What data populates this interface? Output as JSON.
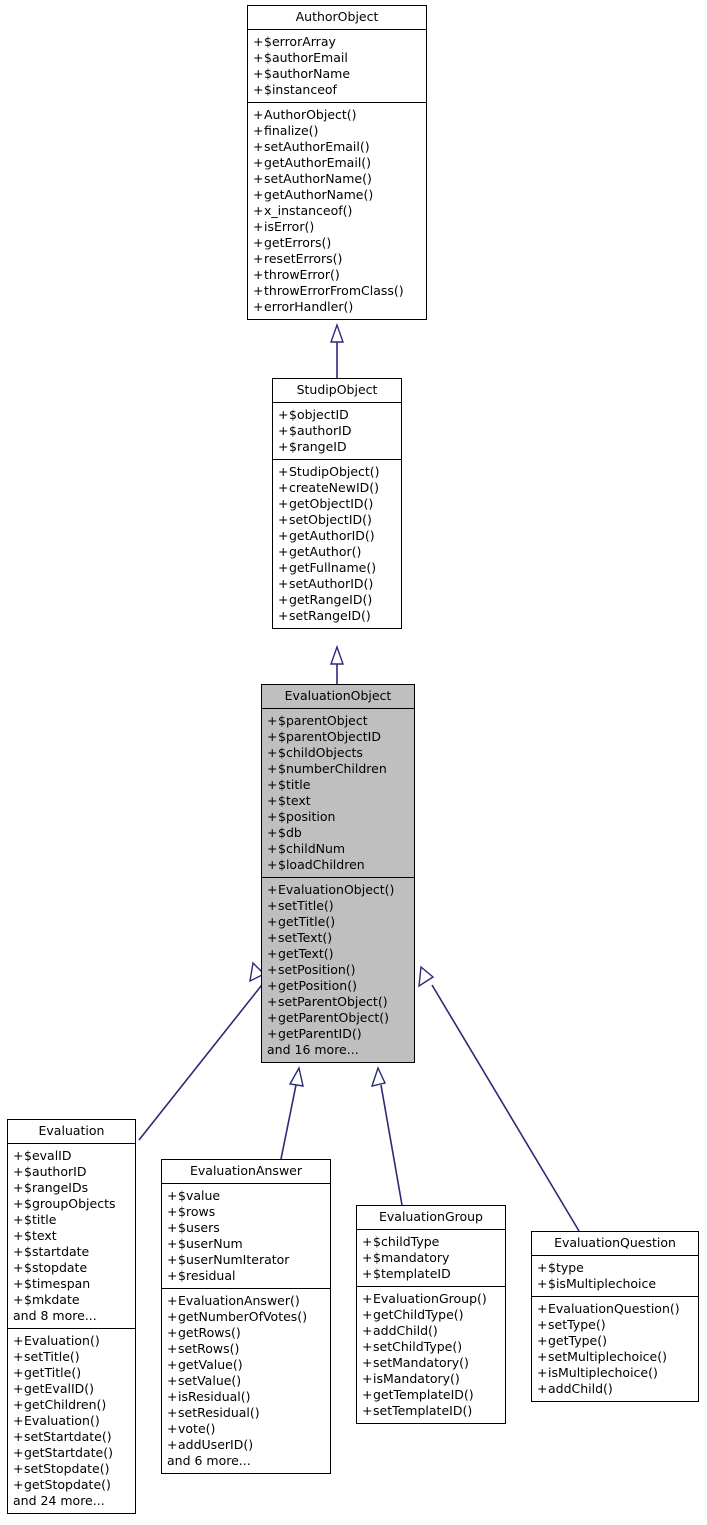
{
  "diagram": {
    "title": "EvaluationObject class inheritance diagram",
    "focus_fill": "#bfbfbf",
    "edge_color": "#2a2a7a",
    "box_border": "#000000",
    "background": "#ffffff"
  },
  "classes": [
    {
      "id": "AuthorObject",
      "name": "AuthorObject",
      "focus": false,
      "attributes": [
        "+ $errorArray",
        "+ $authorEmail",
        "+ $authorName",
        "+ $instanceof"
      ],
      "operations": [
        "+ AuthorObject()",
        "+ finalize()",
        "+ setAuthorEmail()",
        "+ getAuthorEmail()",
        "+ setAuthorName()",
        "+ getAuthorName()",
        "+ x_instanceof()",
        "+ isError()",
        "+ getErrors()",
        "+ resetErrors()",
        "+ throwError()",
        "+ throwErrorFromClass()",
        "+ errorHandler()"
      ]
    },
    {
      "id": "StudipObject",
      "name": "StudipObject",
      "focus": false,
      "attributes": [
        "+ $objectID",
        "+ $authorID",
        "+ $rangeID"
      ],
      "operations": [
        "+ StudipObject()",
        "+ createNewID()",
        "+ getObjectID()",
        "+ setObjectID()",
        "+ getAuthorID()",
        "+ getAuthor()",
        "+ getFullname()",
        "+ setAuthorID()",
        "+ getRangeID()",
        "+ setRangeID()"
      ]
    },
    {
      "id": "EvaluationObject",
      "name": "EvaluationObject",
      "focus": true,
      "attributes": [
        "+ $parentObject",
        "+ $parentObjectID",
        "+ $childObjects",
        "+ $numberChildren",
        "+ $title",
        "+ $text",
        "+ $position",
        "+ $db",
        "+ $childNum",
        "+ $loadChildren"
      ],
      "operations": [
        "+ EvaluationObject()",
        "+ setTitle()",
        "+ getTitle()",
        "+ setText()",
        "+ getText()",
        "+ setPosition()",
        "+ getPosition()",
        "+ setParentObject()",
        "+ getParentObject()",
        "+ getParentID()",
        "and 16 more..."
      ]
    },
    {
      "id": "Evaluation",
      "name": "Evaluation",
      "focus": false,
      "attributes": [
        "+ $evalID",
        "+ $authorID",
        "+ $rangeIDs",
        "+ $groupObjects",
        "+ $title",
        "+ $text",
        "+ $startdate",
        "+ $stopdate",
        "+ $timespan",
        "+ $mkdate",
        "and 8 more..."
      ],
      "operations": [
        "+ Evaluation()",
        "+ setTitle()",
        "+ getTitle()",
        "+ getEvalID()",
        "+ getChildren()",
        "+ Evaluation()",
        "+ setStartdate()",
        "+ getStartdate()",
        "+ setStopdate()",
        "+ getStopdate()",
        "and 24 more..."
      ]
    },
    {
      "id": "EvaluationAnswer",
      "name": "EvaluationAnswer",
      "focus": false,
      "attributes": [
        "+ $value",
        "+ $rows",
        "+ $users",
        "+ $userNum",
        "+ $userNumIterator",
        "+ $residual"
      ],
      "operations": [
        "+ EvaluationAnswer()",
        "+ getNumberOfVotes()",
        "+ getRows()",
        "+ setRows()",
        "+ getValue()",
        "+ setValue()",
        "+ isResidual()",
        "+ setResidual()",
        "+ vote()",
        "+ addUserID()",
        "and 6 more..."
      ]
    },
    {
      "id": "EvaluationGroup",
      "name": "EvaluationGroup",
      "focus": false,
      "attributes": [
        "+ $childType",
        "+ $mandatory",
        "+ $templateID"
      ],
      "operations": [
        "+ EvaluationGroup()",
        "+ getChildType()",
        "+ addChild()",
        "+ setChildType()",
        "+ setMandatory()",
        "+ isMandatory()",
        "+ getTemplateID()",
        "+ setTemplateID()"
      ]
    },
    {
      "id": "EvaluationQuestion",
      "name": "EvaluationQuestion",
      "focus": false,
      "attributes": [
        "+ $type",
        "+ $isMultiplechoice"
      ],
      "operations": [
        "+ EvaluationQuestion()",
        "+ setType()",
        "+ getType()",
        "+ setMultiplechoice()",
        "+ isMultiplechoice()",
        "+ addChild()"
      ]
    }
  ],
  "relations": [
    {
      "from": "StudipObject",
      "to": "AuthorObject",
      "kind": "generalization"
    },
    {
      "from": "EvaluationObject",
      "to": "StudipObject",
      "kind": "generalization"
    },
    {
      "from": "Evaluation",
      "to": "EvaluationObject",
      "kind": "generalization"
    },
    {
      "from": "EvaluationAnswer",
      "to": "EvaluationObject",
      "kind": "generalization"
    },
    {
      "from": "EvaluationGroup",
      "to": "EvaluationObject",
      "kind": "generalization"
    },
    {
      "from": "EvaluationQuestion",
      "to": "EvaluationObject",
      "kind": "generalization"
    }
  ]
}
